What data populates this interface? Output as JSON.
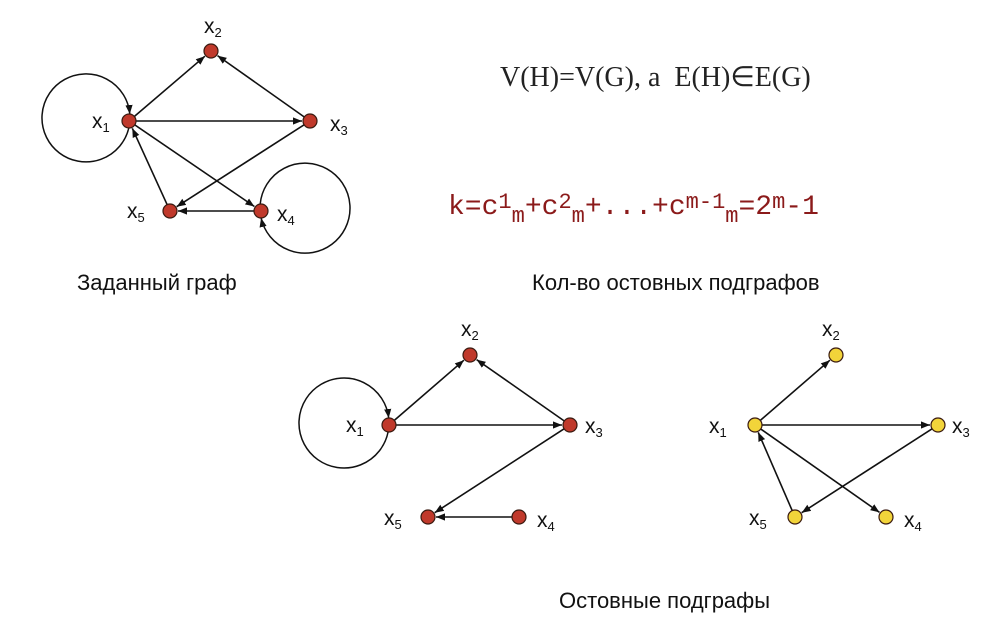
{
  "formula_1": {
    "lhs": "V(H)=V(G), а",
    "rhs": "E(H)∈E(G)"
  },
  "formula_2": {
    "p1": "k=c",
    "sup1": "1",
    "sub1": "m",
    "p2": "+c",
    "sup2": "2",
    "sub2": "m",
    "p3": "+...+c",
    "sup3": "m-1",
    "sub3": "m",
    "p4": "=2",
    "sup4": "m",
    "p5": "-1"
  },
  "captions": {
    "given_graph": "Заданный граф",
    "count_label": "Кол-во остовных подграфов",
    "spanning_subgraphs": "Остовные подграфы"
  },
  "vertex_labels": {
    "x1": {
      "letter": "x",
      "index": "1"
    },
    "x2": {
      "letter": "x",
      "index": "2"
    },
    "x3": {
      "letter": "x",
      "index": "3"
    },
    "x4": {
      "letter": "x",
      "index": "4"
    },
    "x5": {
      "letter": "x",
      "index": "5"
    }
  },
  "colors": {
    "red_vertex": "#c0392b",
    "yellow_vertex": "#f2d43a",
    "edge": "#111111",
    "formula_red": "#8b1a1a"
  },
  "graphs": [
    {
      "id": "given",
      "vertex_color": "red",
      "edges": [
        [
          "x1",
          "x2"
        ],
        [
          "x3",
          "x2"
        ],
        [
          "x1",
          "x3"
        ],
        [
          "x3",
          "x5"
        ],
        [
          "x1",
          "x4"
        ],
        [
          "x4",
          "x5"
        ],
        [
          "x5",
          "x1"
        ]
      ],
      "loops": [
        "x1",
        "x4"
      ]
    },
    {
      "id": "spanning-a",
      "vertex_color": "red",
      "edges": [
        [
          "x1",
          "x2"
        ],
        [
          "x3",
          "x2"
        ],
        [
          "x1",
          "x3"
        ],
        [
          "x3",
          "x5"
        ],
        [
          "x4",
          "x5"
        ]
      ],
      "loops": [
        "x1"
      ]
    },
    {
      "id": "spanning-b",
      "vertex_color": "yellow",
      "edges": [
        [
          "x1",
          "x2"
        ],
        [
          "x1",
          "x3"
        ],
        [
          "x3",
          "x5"
        ],
        [
          "x1",
          "x4"
        ],
        [
          "x5",
          "x1"
        ]
      ],
      "loops": []
    }
  ]
}
